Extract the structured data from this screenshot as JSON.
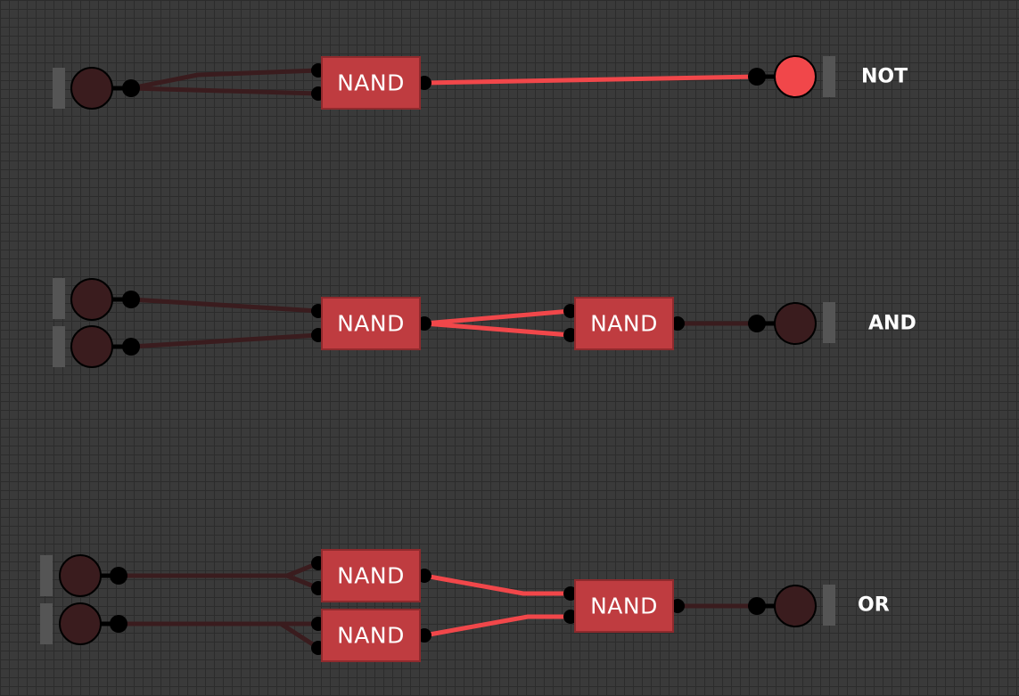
{
  "colors": {
    "background": "#3a3a3a",
    "grid": "#2c2c2c",
    "gate_fill": "#bf3c40",
    "gate_border": "#8f2a2d",
    "wire_off": "#3a1c1e",
    "wire_on": "#f1474a",
    "pin_off": "#3a1c1e",
    "pin_on": "#f1474a",
    "handle": "#555555",
    "connector": "#000000"
  },
  "gate_label": "NAND",
  "circuits": [
    {
      "id": "not",
      "label": "NOT",
      "inputs": [
        {
          "state": "off"
        }
      ],
      "gates": [
        {
          "label": "NAND"
        }
      ],
      "output": {
        "state": "on"
      }
    },
    {
      "id": "and",
      "label": "AND",
      "inputs": [
        {
          "state": "off"
        },
        {
          "state": "off"
        }
      ],
      "gates": [
        {
          "label": "NAND"
        },
        {
          "label": "NAND"
        }
      ],
      "output": {
        "state": "off"
      }
    },
    {
      "id": "or",
      "label": "OR",
      "inputs": [
        {
          "state": "off"
        },
        {
          "state": "off"
        }
      ],
      "gates": [
        {
          "label": "NAND"
        },
        {
          "label": "NAND"
        },
        {
          "label": "NAND"
        }
      ],
      "output": {
        "state": "off"
      }
    }
  ]
}
